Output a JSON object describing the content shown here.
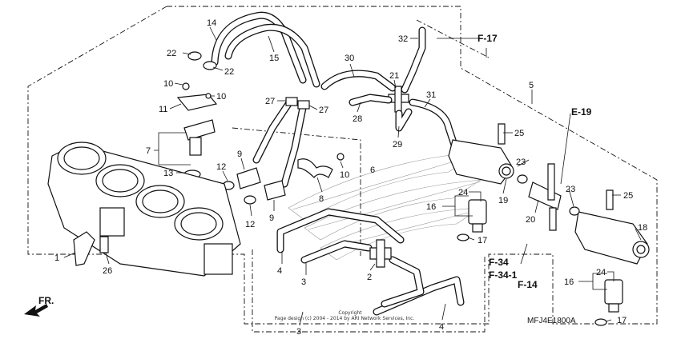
{
  "diagram": {
    "part_numbers": [
      "1",
      "2",
      "3",
      "3",
      "4",
      "4",
      "5",
      "6",
      "7",
      "8",
      "9",
      "9",
      "10",
      "10",
      "10",
      "11",
      "12",
      "12",
      "13",
      "14",
      "15",
      "16",
      "16",
      "17",
      "17",
      "18",
      "19",
      "20",
      "21",
      "22",
      "22",
      "23",
      "23",
      "24",
      "24",
      "25",
      "25",
      "26",
      "27",
      "27",
      "28",
      "29",
      "30",
      "31",
      "32"
    ],
    "callouts": {
      "c14": "14",
      "c15": "15",
      "c22a": "22",
      "c22b": "22",
      "c30": "30",
      "c32": "32",
      "c21": "21",
      "c31": "31",
      "c28": "28",
      "c29": "29",
      "c27a": "27",
      "c27b": "27",
      "c10a": "10",
      "c10b": "10",
      "c10c": "10",
      "c11": "11",
      "c7": "7",
      "c13": "13",
      "c9a": "9",
      "c9b": "9",
      "c12a": "12",
      "c12b": "12",
      "c8": "8",
      "c6": "6",
      "c5": "5",
      "c25a": "25",
      "c25b": "25",
      "c23a": "23",
      "c23b": "23",
      "c24a": "24",
      "c24b": "24",
      "c16a": "16",
      "c16b": "16",
      "c19": "19",
      "c20": "20",
      "c17a": "17",
      "c17b": "17",
      "c18": "18",
      "c1": "1",
      "c26": "26",
      "c4a": "4",
      "c4b": "4",
      "c3a": "3",
      "c3b": "3",
      "c2": "2"
    },
    "references": {
      "f17": "F-17",
      "e19": "E-19",
      "f34": "F-34",
      "f341": "F-34-1",
      "f14": "F-14",
      "fr": "FR."
    },
    "diagram_code": "MFJ4E1800A",
    "copyright_line1": "Copyright",
    "copyright_line2": "Page design (c) 2004 - 2014 by ARI Network Services, Inc."
  }
}
